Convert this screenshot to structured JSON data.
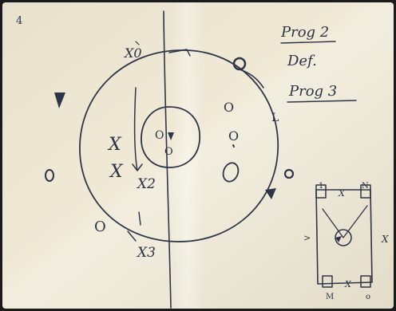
{
  "page_corner_number": "4",
  "notes": {
    "line1": "Prog 2",
    "line2": "Def.",
    "line3": "Prog 3"
  },
  "marks": {
    "x_top": "X0",
    "x_left_upper": "X",
    "x_left_lower": "X",
    "x_left_x2": "X2",
    "x_bottom_x3": "X3",
    "x_right_label": "L",
    "circle_o_labels": [
      "O",
      "O",
      "O",
      "O",
      "O",
      "O"
    ],
    "center_o": "O",
    "inset_x_top": "X",
    "inset_x_bottom": "X",
    "inset_x_right": "X",
    "inset_left_arrow": ">",
    "inset_top_left": "1",
    "inset_top_right": "N",
    "inset_bottom_left": "M",
    "inset_bottom_right": "o"
  },
  "colors": {
    "paper": "#ece6d3",
    "ink": "#2e3547",
    "frame": "#1b1b1b"
  }
}
